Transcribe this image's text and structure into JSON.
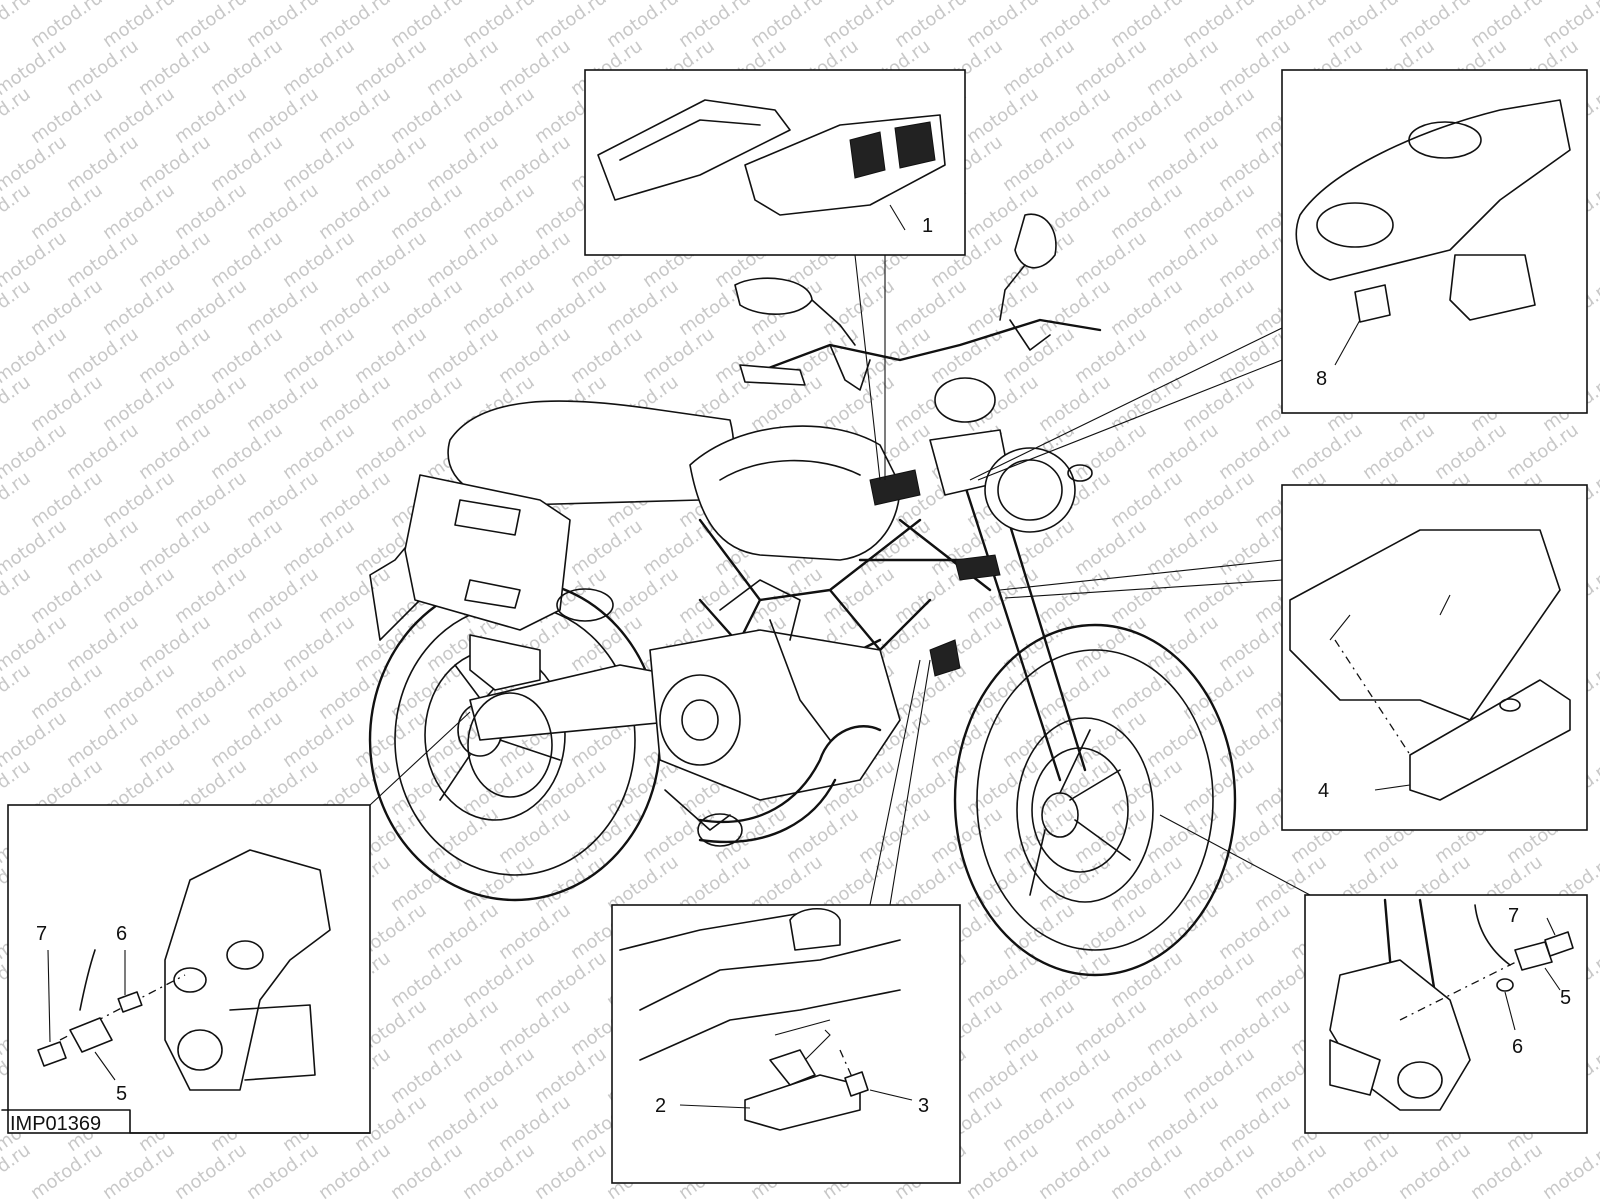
{
  "diagram": {
    "code": "IMP01369",
    "watermark": "motod.ru",
    "callouts": {
      "ecu": "1",
      "horn": "2",
      "horn_screw": "3",
      "dashboard_unit": "4",
      "rear_speed_sensor": "5",
      "rear_washer": "6",
      "rear_screw": "7",
      "front_speed_sensor": "5",
      "front_washer": "6",
      "front_screw": "7",
      "steering_sensor": "8"
    }
  }
}
